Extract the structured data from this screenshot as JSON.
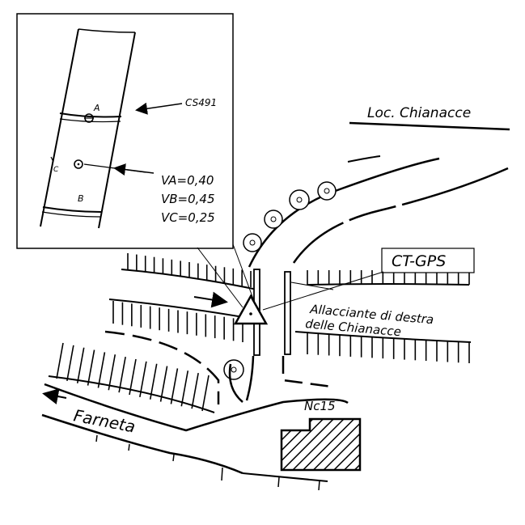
{
  "labels": {
    "locality": "Loc. Chianacce",
    "station": "CT-GPS",
    "road_name_1": "Allacciante di destra",
    "road_name_2": "delle Chianacce",
    "direction": "Farneta",
    "building_id": "Nc15"
  },
  "inset": {
    "reference": "CS491",
    "points": {
      "a": "A",
      "b": "B",
      "c": "C"
    },
    "values": [
      "VA=0,40",
      "VB=0,45",
      "VC=0,25"
    ]
  },
  "icons": {
    "station_marker": "triangle-benchmark-icon",
    "trees": "tree-icon",
    "building": "hatched-building-icon"
  }
}
